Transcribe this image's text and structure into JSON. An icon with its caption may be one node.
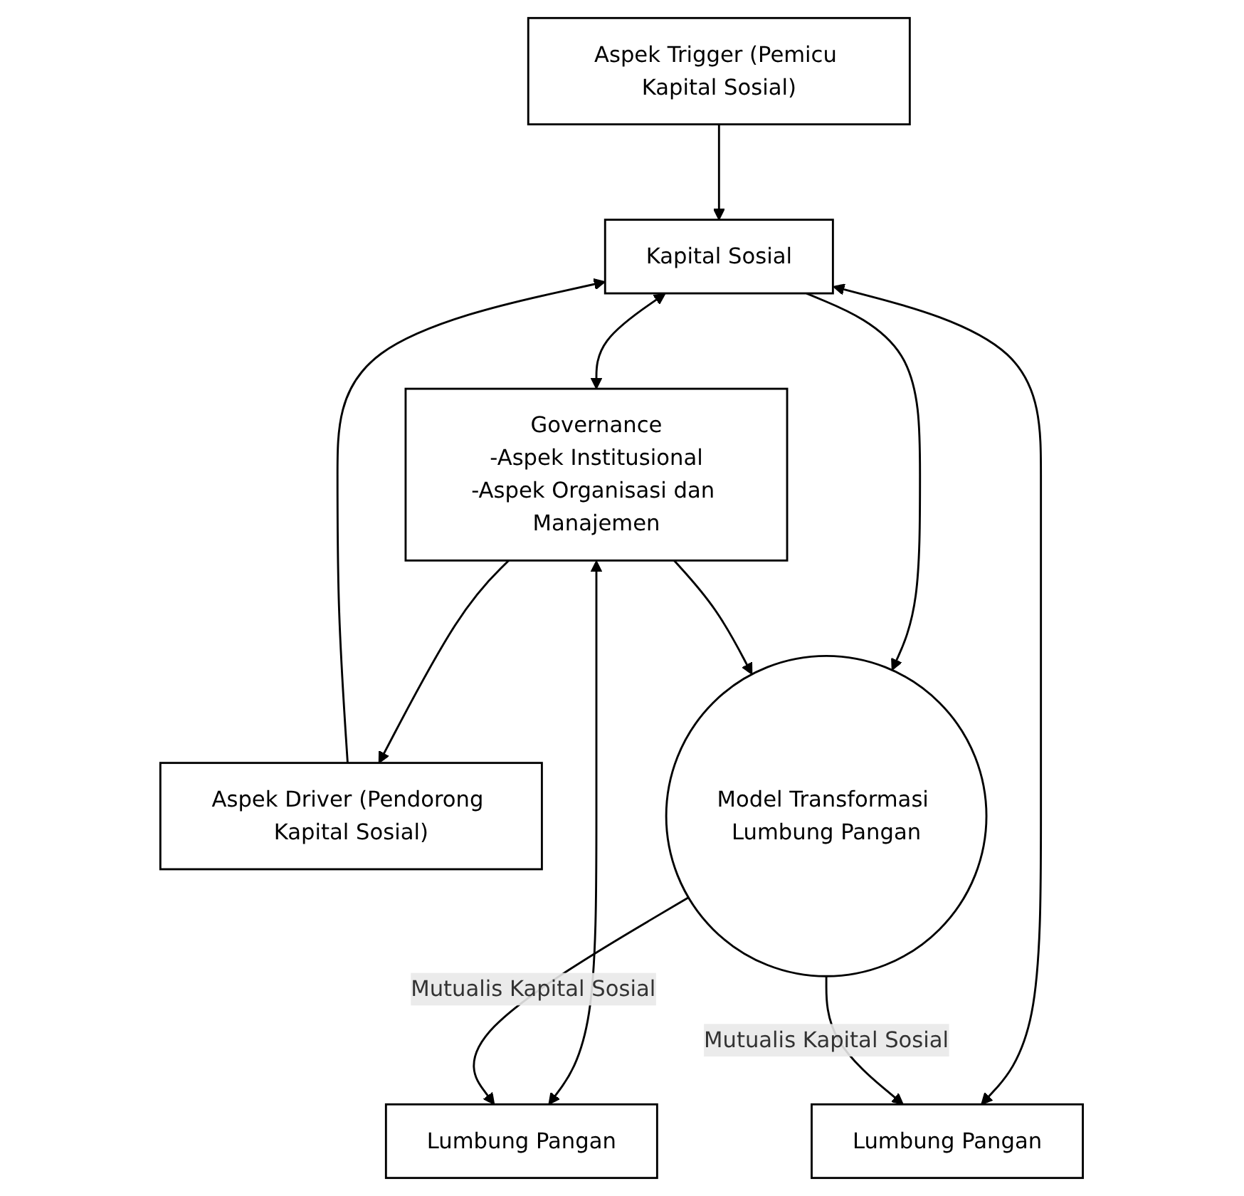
{
  "diagram": {
    "nodes": [
      {
        "text": [
          "Aspek Trigger (Pemicu Kapital Sosial)"
        ]
      },
      {
        "text": [
          "Aspek Driver (Pendorong Kapital Sosial)"
        ]
      },
      {
        "text": [
          "Kapital Sosial"
        ]
      },
      {
        "text": [
          "Governance",
          "-Aspek Institusional",
          "-Aspek Organisasi dan Manajemen"
        ]
      },
      {
        "text": [
          "Lumbung Pangan"
        ]
      },
      {
        "text": [
          "Lumbung Pangan"
        ]
      },
      {
        "text": [
          "Model Transformasi Lumbung Pangan"
        ]
      }
    ],
    "edges": [
      {
        "from": 0,
        "to": 2,
        "arrow": "to"
      },
      {
        "from": 1,
        "to": 2,
        "arrow": "to"
      },
      {
        "from": 3,
        "to": 1,
        "arrow": "to"
      },
      {
        "from": 2,
        "to": 3,
        "arrow": "both"
      },
      {
        "from": 2,
        "to": 4,
        "arrow": "both"
      },
      {
        "from": 3,
        "to": 5,
        "arrow": "both"
      },
      {
        "from": 2,
        "to": 6,
        "arrow": "to"
      },
      {
        "from": 3,
        "to": 6,
        "arrow": "to"
      },
      {
        "from": 6,
        "to": 4,
        "arrow": "to",
        "label": "Mutualis Kapital Sosial"
      },
      {
        "from": 6,
        "to": 5,
        "arrow": "to",
        "label": "Mutualis Kapital Sosial"
      }
    ]
  }
}
